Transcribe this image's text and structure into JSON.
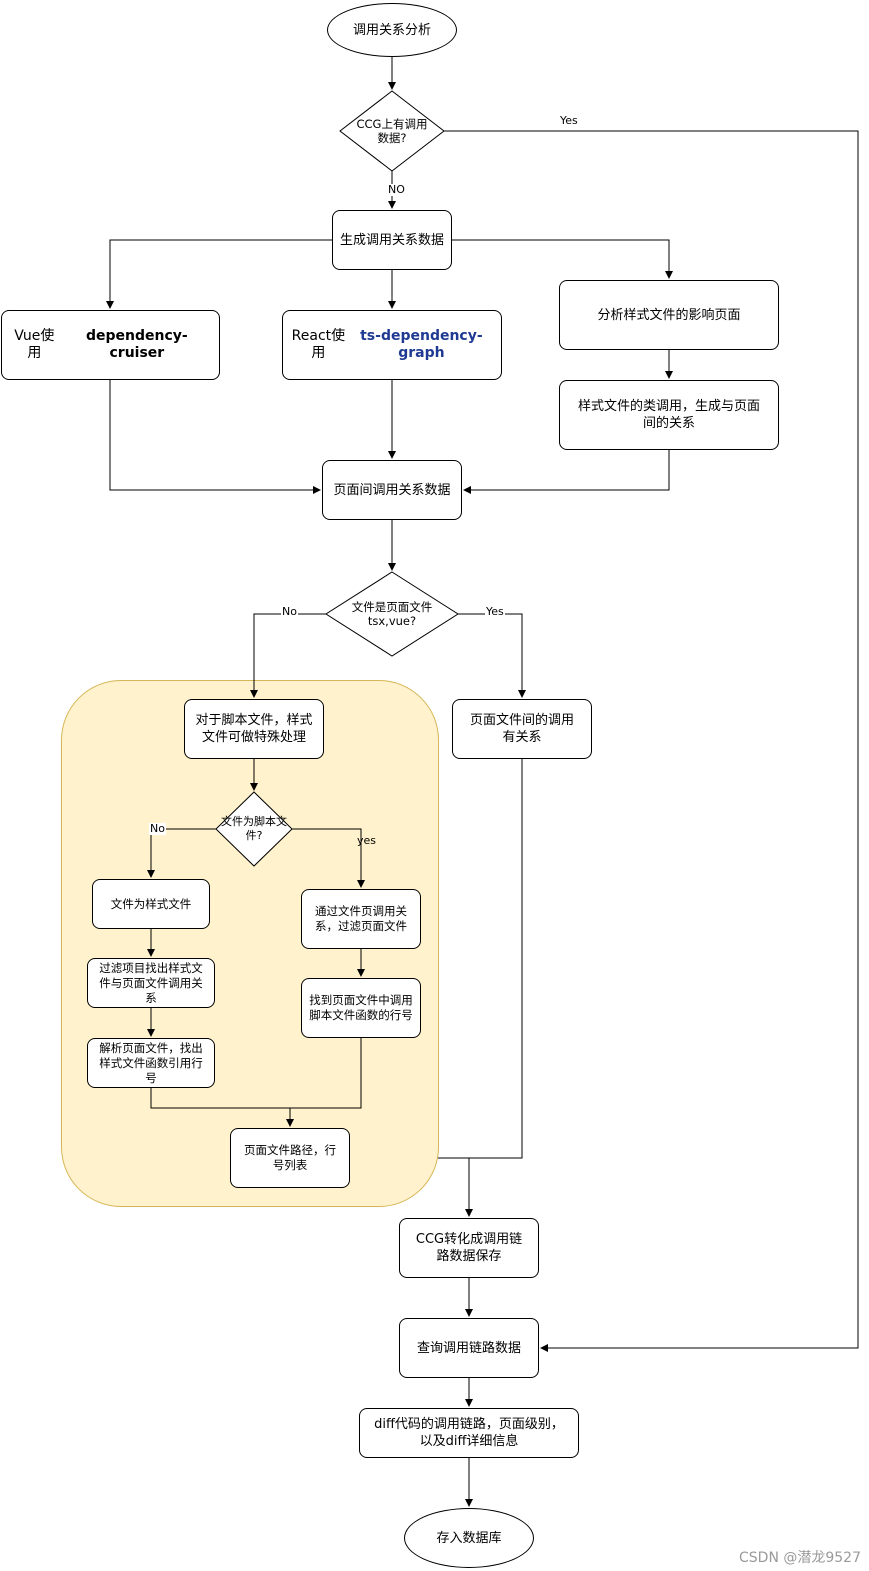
{
  "nodes": {
    "start": "调用关系分析",
    "ccg_check": "CCG上有调用数据?",
    "generate": "生成调用关系数据",
    "vue_prefix": "Vue使用",
    "vue_tool": "dependency-cruiser",
    "react_prefix": "React使用",
    "react_tool": "ts-dependency-graph",
    "style_affect": "分析样式文件的影响页面",
    "style_class": "样式文件的类调用，生成与页面间的关系",
    "page_rel": "页面间调用关系数据",
    "is_page_file": "文件是页面文件tsx,vue?",
    "special": "对于脚本文件，样式文件可做特殊处理",
    "page_call": "页面文件间的调用有关系",
    "is_script": "文件为脚本文件?",
    "is_style": "文件为样式文件",
    "filter_project": "过滤项目找出样式文件与页面文件调用关系",
    "parse_page": "解析页面文件，找出样式文件函数引用行号",
    "filter_page": "通过文件页调用关系，过滤页面文件",
    "find_line": "找到页面文件中调用脚本文件函数的行号",
    "path_line": "页面文件路径，行号列表",
    "ccg_convert": "CCG转化成调用链路数据保存",
    "query": "查询调用链路数据",
    "diff": "diff代码的调用链路，页面级别，以及diff详细信息",
    "save_db": "存入数据库"
  },
  "edge_labels": {
    "yes1": "Yes",
    "no1": "NO",
    "no2": "No",
    "yes2": "Yes",
    "no3": "No",
    "yes3": "yes"
  },
  "watermark": "CSDN @潜龙9527",
  "colors": {
    "group_fill": "#fff2cc",
    "group_stroke": "#d6b656",
    "react_tool_text": "#1f3a93"
  }
}
